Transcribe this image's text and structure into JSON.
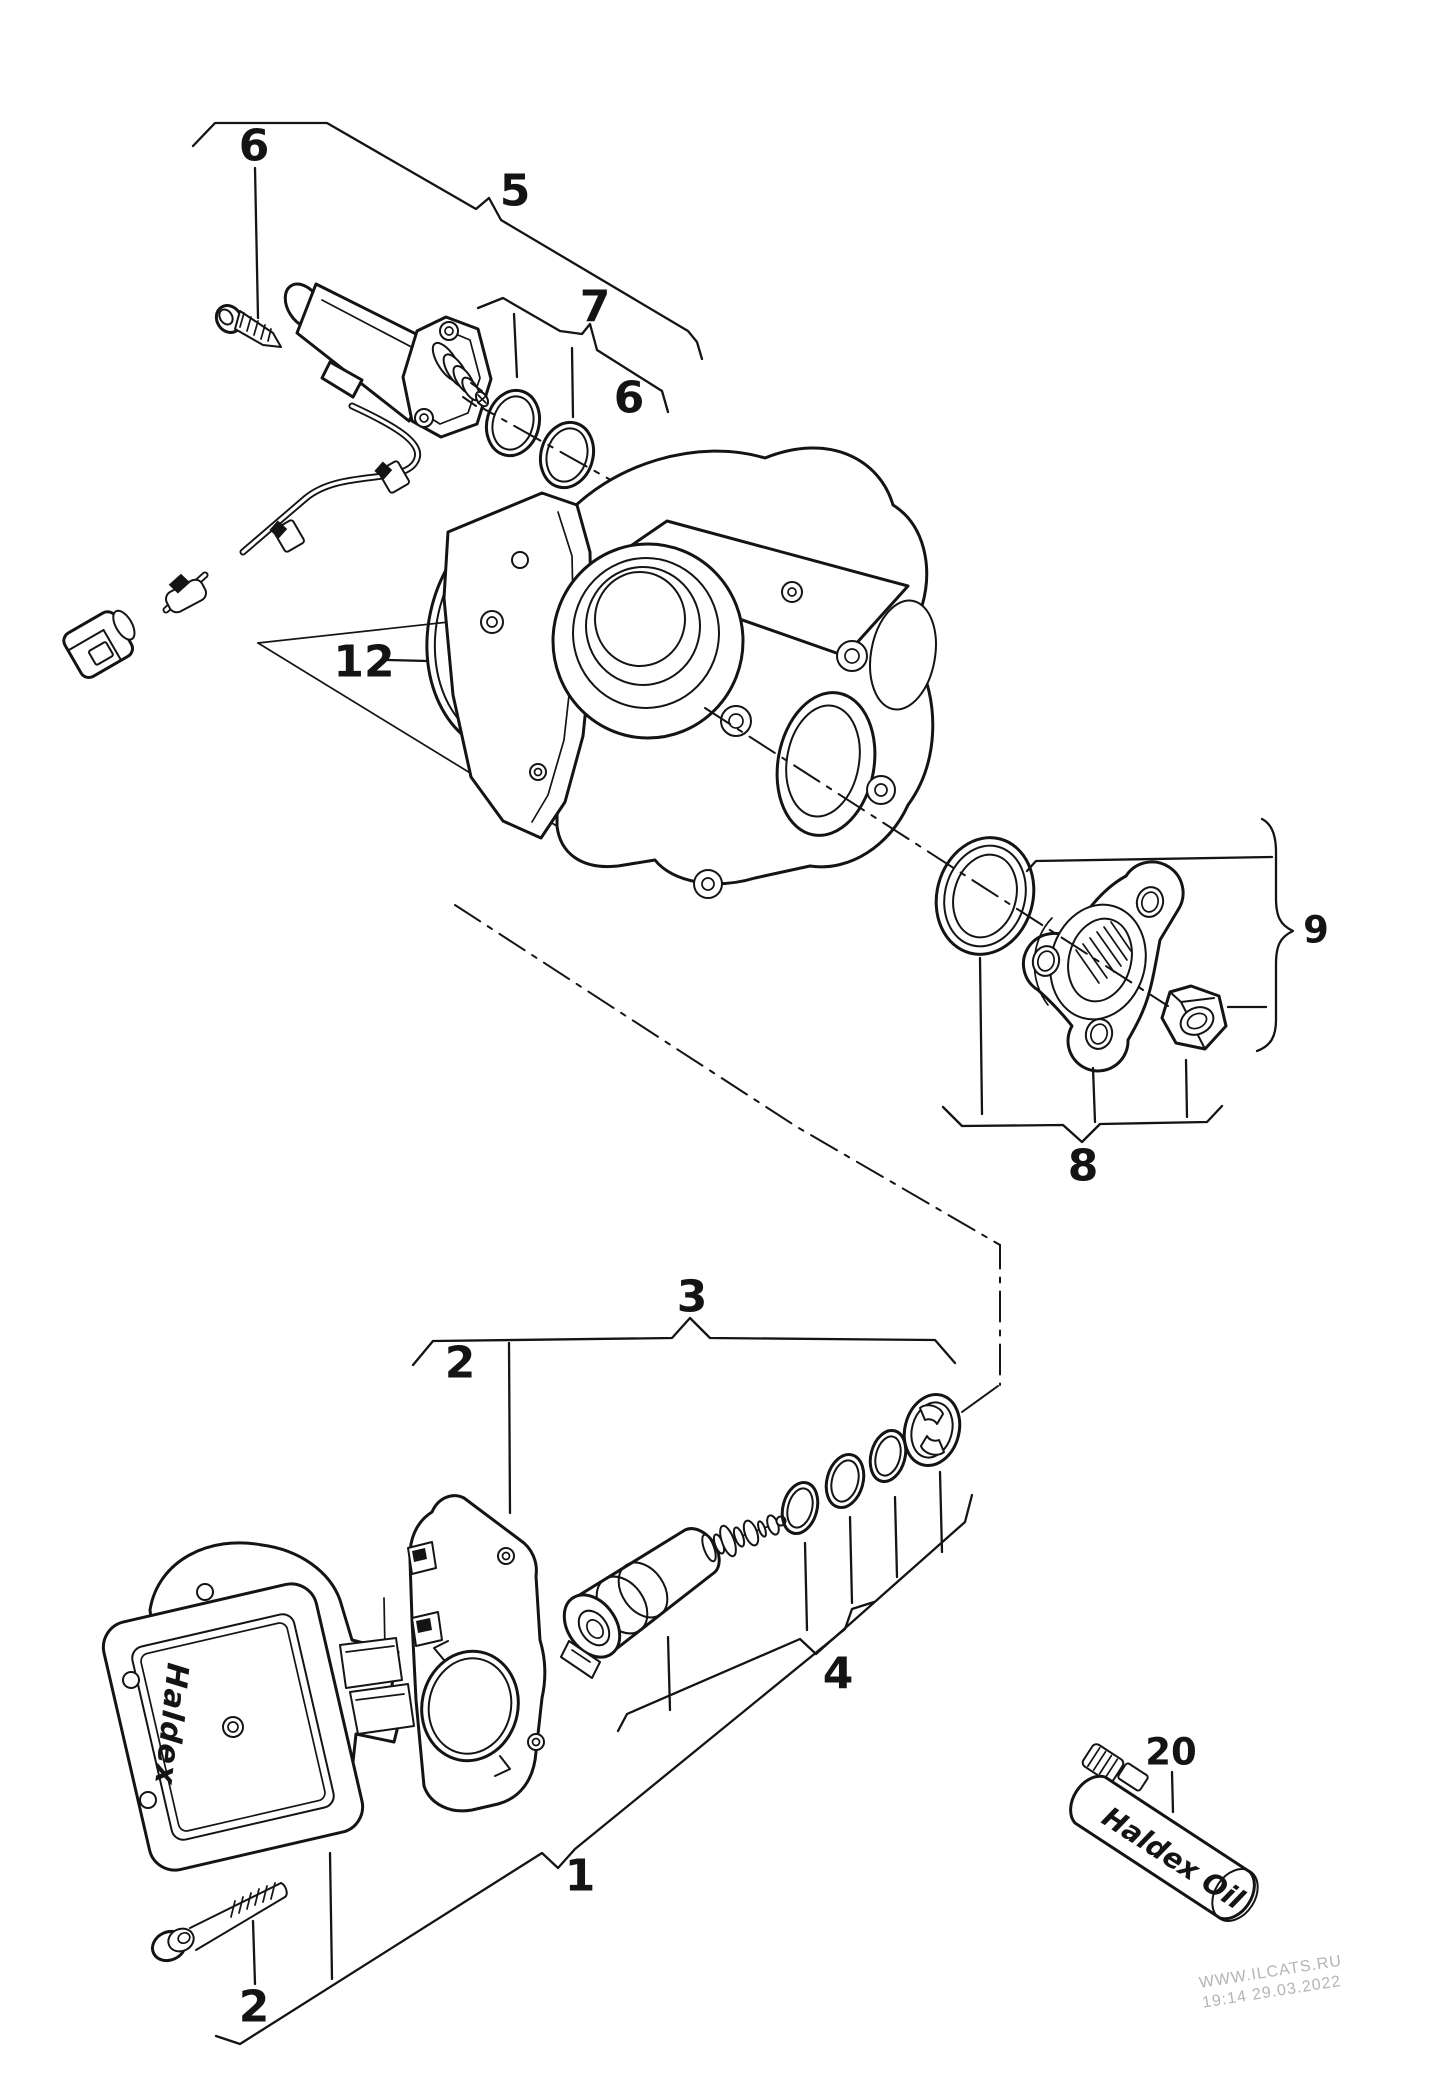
{
  "diagram": {
    "part_labels": {
      "screw_top": "6",
      "pump_motor_kit": "5",
      "oring_pair_kit": "7",
      "oring_small": "6",
      "oring_large": "12",
      "output_flange_kit": "9",
      "output_flange_parts": "8",
      "valve_kit": "3",
      "gasket": "2",
      "valve_seal_set": "4",
      "filter_cover_kit": "1",
      "cover_bolt": "2",
      "oil_tube": "20"
    },
    "texts": {
      "cover_brand": "Haldex",
      "oil_tube_print": "Haldex Oil"
    },
    "watermark": {
      "site": "WWW.ILCATS.RU",
      "timestamp": "19:14 29.03.2022"
    },
    "colors": {
      "line": "#141414",
      "background": "#ffffff",
      "watermark": "#b4b4b4"
    }
  }
}
